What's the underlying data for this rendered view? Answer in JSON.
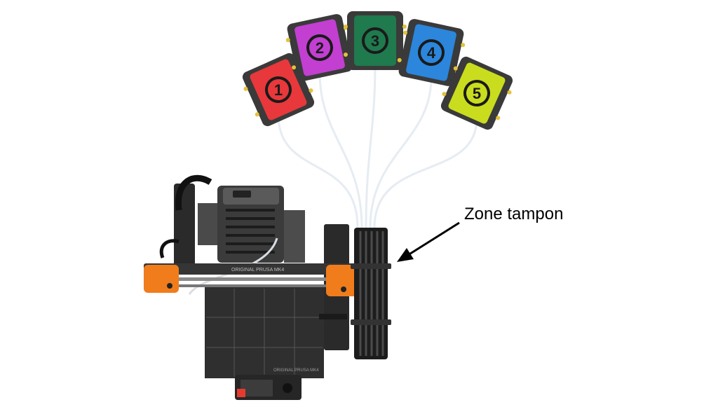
{
  "callout": {
    "label": "Zone tampon"
  },
  "printer": {
    "brand_rail": "ORIGINAL PRUSA MK4",
    "brand_sheet": "ORIGINAL PRUSA MK4"
  },
  "spools": [
    {
      "number": "1",
      "color": "#e8383b"
    },
    {
      "number": "2",
      "color": "#c23fd1"
    },
    {
      "number": "3",
      "color": "#1f7a4d"
    },
    {
      "number": "4",
      "color": "#2b86dc"
    },
    {
      "number": "5",
      "color": "#c9dc1e"
    }
  ],
  "colors": {
    "frame": "#3a3a3a",
    "frame_dark": "#1f1f1f",
    "orange": "#f07c1c",
    "bed": "#2f2f2f",
    "tube": "#e6ecf2",
    "badge_fill": "#1a1a1a",
    "badge_text": "#ffffff"
  }
}
